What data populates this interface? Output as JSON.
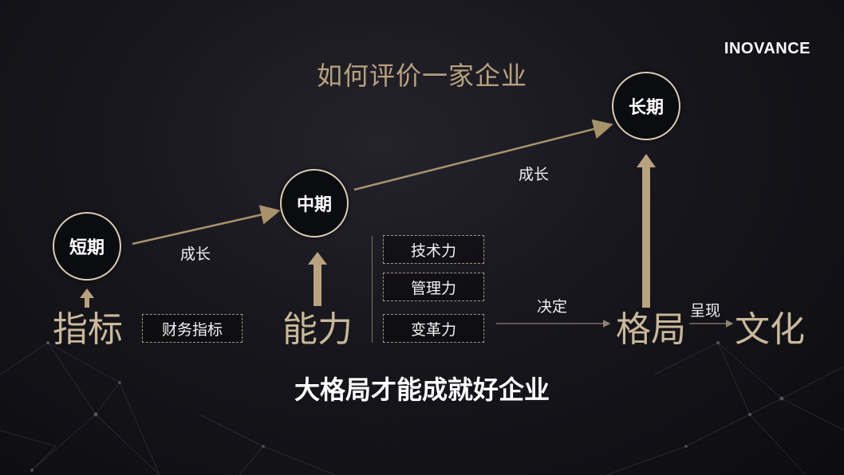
{
  "title": "如何评价一家企业",
  "logo": "INOVANCE",
  "stages": {
    "short": "短期",
    "mid": "中期",
    "long": "长期"
  },
  "growth_labels": [
    "成长",
    "成长"
  ],
  "bottom_terms": {
    "indicator": "指标",
    "ability": "能力",
    "pattern": "格局",
    "culture": "文化"
  },
  "boxes": {
    "financial": "财务指标",
    "abilities": [
      "技术力",
      "管理力",
      "变革力"
    ]
  },
  "relations": {
    "decide": "决定",
    "present": "呈现"
  },
  "conclusion": "大格局才能成就好企业",
  "colors": {
    "gold": "#b8a27f",
    "arrow": "#a8926c",
    "background": "#17161c"
  }
}
